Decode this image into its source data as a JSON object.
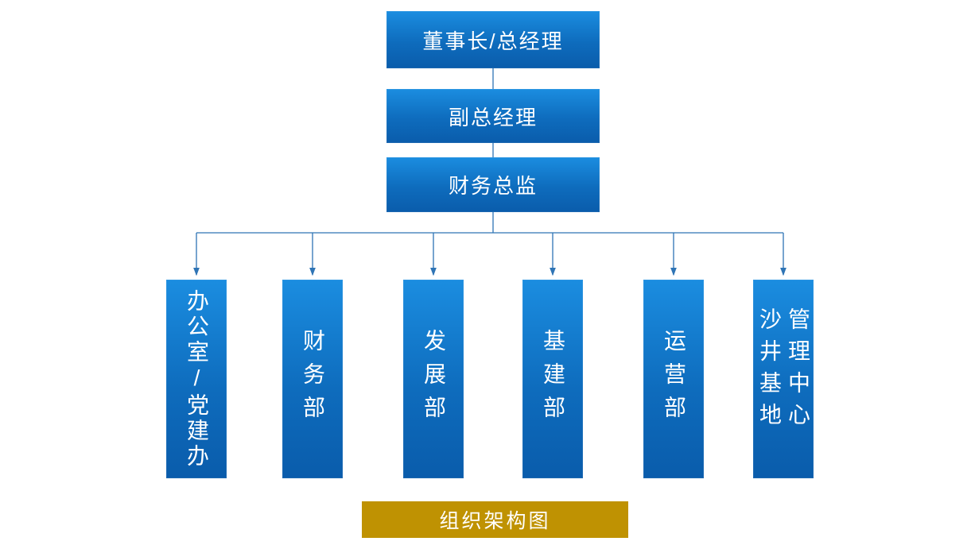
{
  "diagram": {
    "chain": [
      {
        "id": "chairman",
        "label": "董事长/总经理"
      },
      {
        "id": "deputy-gm",
        "label": "副总经理"
      },
      {
        "id": "finance-director",
        "label": "财务总监"
      }
    ],
    "departments": [
      {
        "id": "office-party",
        "label": "办公室/党建办"
      },
      {
        "id": "finance-dept",
        "label": "财务部"
      },
      {
        "id": "development-dept",
        "label": "发展部"
      },
      {
        "id": "infrastructure-dept",
        "label": "基建部"
      },
      {
        "id": "operations-dept",
        "label": "运营部"
      },
      {
        "id": "shajing-base",
        "label": "沙井基地管理中心"
      }
    ],
    "caption": "组织架构图",
    "colors": {
      "node_gradient_top": "#1b8de0",
      "node_gradient_bottom": "#0a5cab",
      "caption_background": "#bf9202",
      "connector": "#2e74b5",
      "text": "#ffffff"
    }
  }
}
